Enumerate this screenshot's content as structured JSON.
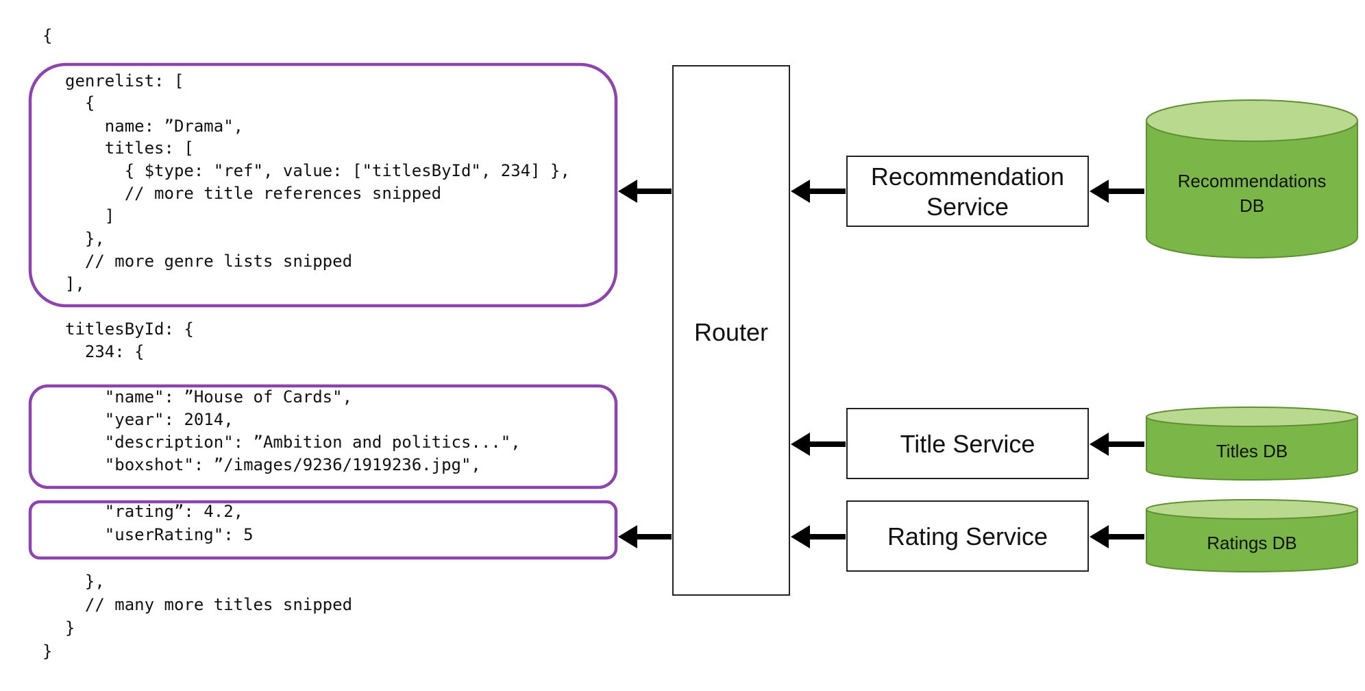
{
  "code": {
    "lines": [
      "{",
      "genrelist: [",
      "  {",
      "    name: ”Drama\",",
      "    titles: [",
      "      { $type: \"ref\", value: [\"titlesById\", 234] },",
      "      // more title references snipped",
      "    ]",
      "  },",
      "  // more genre lists snipped",
      "],",
      "titlesById: {",
      "  234: {",
      "    \"name\": ”House of Cards\",",
      "    \"year\": 2014,",
      "    \"description\": ”Ambition and politics...\",",
      "    \"boxshot\": ”/images/9236/1919236.jpg\",",
      "    \"rating”: 4.2,",
      "    \"userRating\": 5",
      "  },",
      "  // many more titles snipped",
      "}",
      "}"
    ]
  },
  "router": {
    "label": "Router"
  },
  "services": {
    "recommendation": {
      "line1": "Recommendation",
      "line2": "Service"
    },
    "title": {
      "label": "Title Service"
    },
    "rating": {
      "label": "Rating Service"
    }
  },
  "databases": {
    "recommendations": {
      "line1": "Recommendations",
      "line2": "DB"
    },
    "titles": {
      "label": "Titles DB"
    },
    "ratings": {
      "label": "Ratings DB"
    }
  },
  "colors": {
    "highlight": "#8e44ad",
    "db_fill": "#7ab648",
    "db_top": "#b9d98e",
    "db_stroke": "#5e8f32"
  }
}
